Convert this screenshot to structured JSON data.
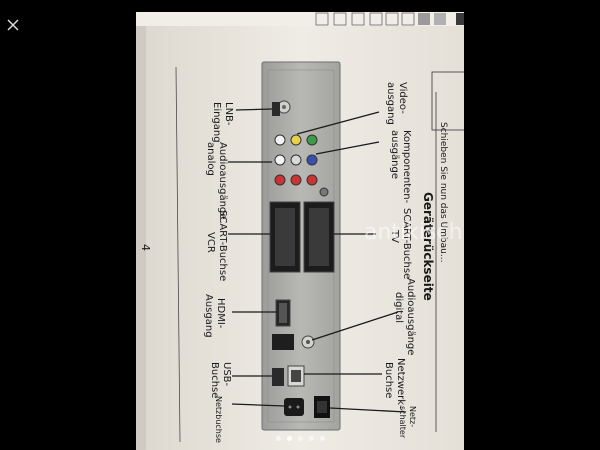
{
  "viewer": {
    "close_label": "×",
    "watermark": "antikisch",
    "pager": {
      "count": 5,
      "active_index": 1
    }
  },
  "manual_page": {
    "heading": "Geräterückseite",
    "intro_text": "Schieben Sie nun das Umbau...",
    "page_number": "4",
    "callouts": {
      "video_out": [
        "Video-",
        "ausgang"
      ],
      "component_out": [
        "Komponenten-",
        "ausgänge"
      ],
      "lnb_in": [
        "LNB-",
        "Eingang"
      ],
      "audio_analog": [
        "Audioausgänge",
        "analog"
      ],
      "scart_vcr": [
        "SCART-Buchse",
        "VCR"
      ],
      "scart_tv": [
        "SCART-Buchse",
        "TV"
      ],
      "audio_digital": [
        "Audioausgänge",
        "digital"
      ],
      "hdmi": [
        "HDMI-",
        "Ausgang"
      ],
      "usb": [
        "USB-",
        "Buchse"
      ],
      "network": [
        "Netzwerk-",
        "Buchse"
      ],
      "power_socket": [
        "Netzbuchse"
      ],
      "power_switch": [
        "Netz-",
        "schalter"
      ]
    }
  }
}
